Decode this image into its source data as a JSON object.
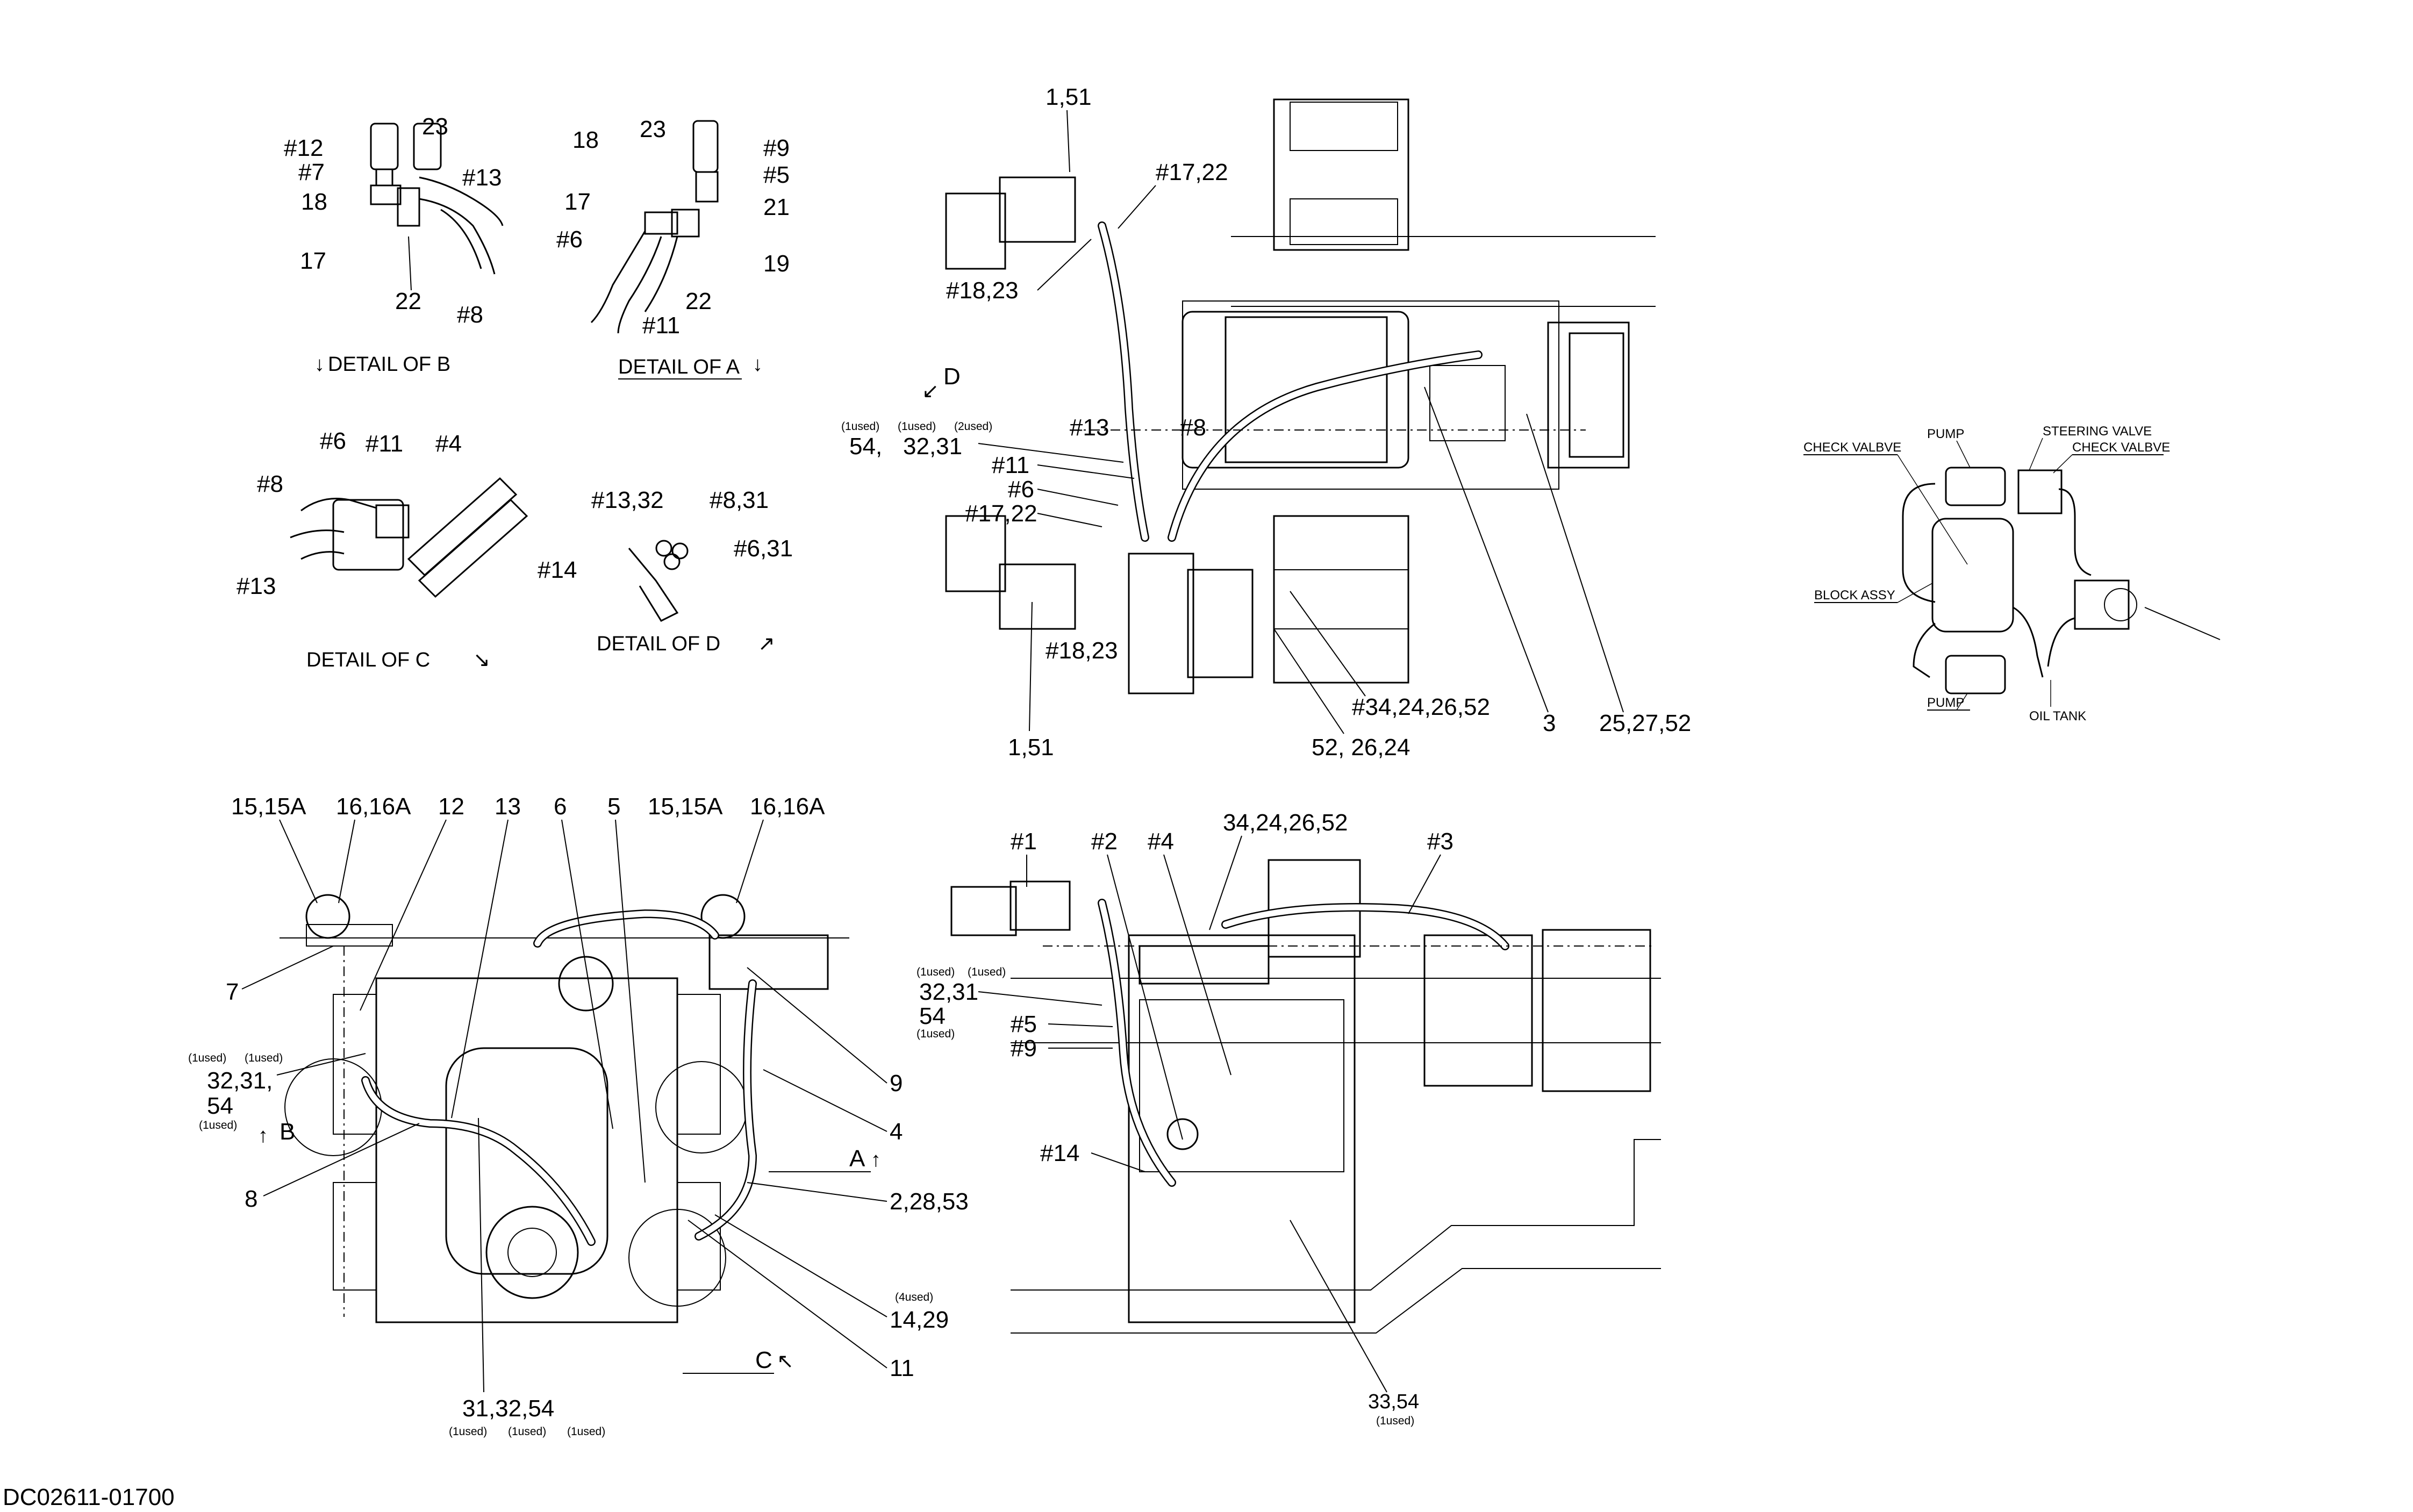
{
  "drawing_number": "DC02611-01700",
  "details": {
    "b": "DETAIL OF B",
    "a": "DETAIL OF A",
    "c": "DETAIL OF C",
    "d": "DETAIL OF D"
  },
  "detail_b_callouts": [
    "#12",
    "#7",
    "18",
    "17",
    "23",
    "#13",
    "22",
    "#8"
  ],
  "detail_a_callouts": [
    "18",
    "23",
    "#9",
    "#5",
    "17",
    "21",
    "#6",
    "19",
    "22",
    "#11"
  ],
  "detail_c_callouts": [
    "#6",
    "#11",
    "#4",
    "#8",
    "#13",
    "#14"
  ],
  "detail_d_callouts": [
    "#13,32",
    "#8,31",
    "#6,31"
  ],
  "top_view_callouts": [
    "1,51",
    "#17,22",
    "#18,23",
    "D",
    "54,",
    "32,31",
    "#13",
    "#8",
    "#11",
    "#6",
    "#17,22",
    "#18,23",
    "1,51",
    "#34,24,26,52",
    "52, 26,24",
    "3",
    "25,27,52"
  ],
  "top_view_qty_notes": [
    "(1used)",
    "(1used)",
    "(2used)"
  ],
  "schematic": {
    "pump_top": "PUMP",
    "steering_valve": "STEERING VALVE",
    "check_valve_left": "CHECK VALBVE",
    "check_valve_right": "CHECK VALBVE",
    "block_assy": "BLOCK ASSY",
    "pump_bottom": "PUMP",
    "oil_tank": "OIL TANK"
  },
  "left_view_callouts": [
    "15,15A",
    "16,16A",
    "12",
    "13",
    "6",
    "5",
    "15,15A",
    "16,16A",
    "7",
    "32,31,",
    "54",
    "B",
    "9",
    "4",
    "A",
    "8",
    "2,28,53",
    "14,29",
    "C",
    "11",
    "31,32,54"
  ],
  "left_view_qty_notes": [
    "(1used)",
    "(1used)",
    "(1used)",
    "(4used)",
    "(1used)",
    "(1used)",
    "(1used)"
  ],
  "right_view_callouts": [
    "#1",
    "#2",
    "#4",
    "34,24,26,52",
    "#3",
    "32,31",
    "54",
    "#5",
    "#9",
    "#14",
    "33,54"
  ],
  "right_view_qty_notes": [
    "(1used)",
    "(1used)",
    "(1used)",
    "(1used)"
  ]
}
